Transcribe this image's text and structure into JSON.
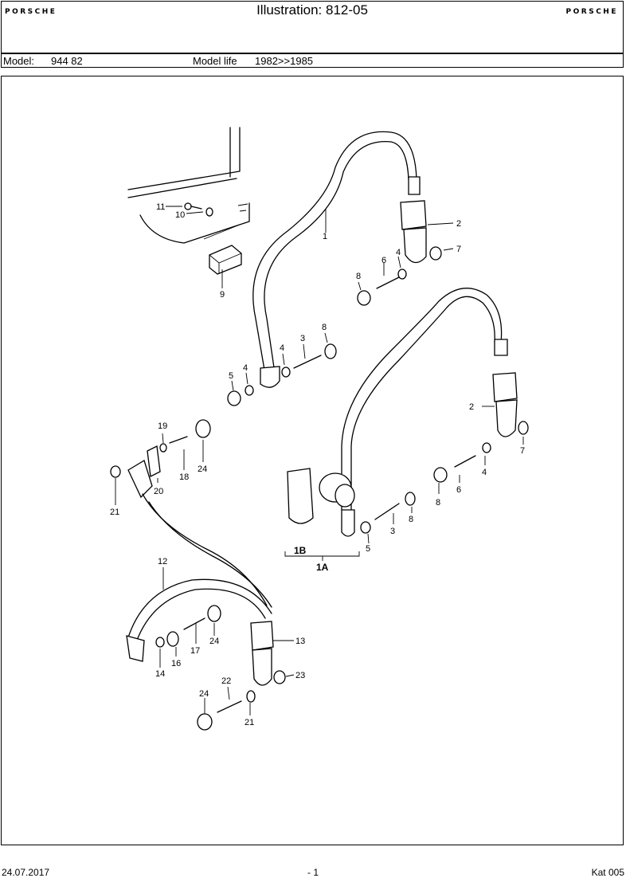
{
  "header": {
    "brand_left": "PORSCHE",
    "brand_right": "PORSCHE",
    "title": "Illustration: 812-05",
    "model_label": "Model:",
    "model_value": "944 82",
    "model_life_label": "Model life",
    "model_life_value": "1982>>1985"
  },
  "diagram": {
    "callouts": [
      "1",
      "2",
      "3",
      "4",
      "5",
      "6",
      "7",
      "8",
      "9",
      "10",
      "11",
      "12",
      "13",
      "14",
      "16",
      "17",
      "18",
      "19",
      "20",
      "21",
      "22",
      "23",
      "24"
    ],
    "group_labels": {
      "a": "1A",
      "b": "1B"
    }
  },
  "footer": {
    "date": "24.07.2017",
    "page": "- 1",
    "catalog": "Kat 005"
  }
}
